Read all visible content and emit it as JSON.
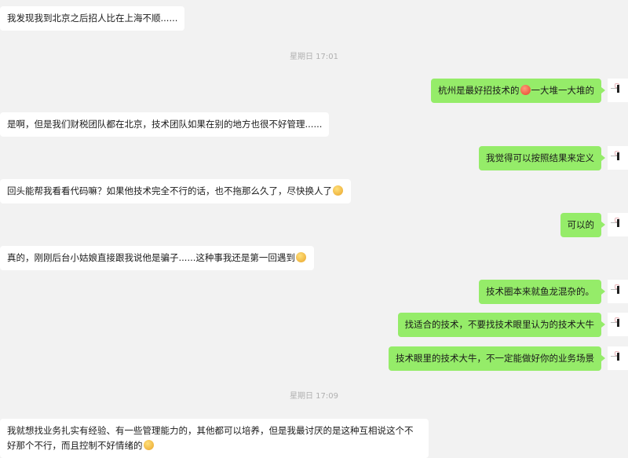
{
  "timestamps": [
    "星期日 17:01",
    "星期日 17:09"
  ],
  "messages": [
    {
      "side": "left",
      "text": "我发现我到北京之后招人比在上海不顺......"
    },
    {
      "side": "right",
      "text_before": "杭州是最好招技术的",
      "emoji": "angry-face",
      "text_after": "一大堆一大堆的"
    },
    {
      "side": "left",
      "text": "是啊，但是我们财税团队都在北京，技术团队如果在别的地方也很不好管理......"
    },
    {
      "side": "right",
      "text": "我觉得可以按照结果来定义"
    },
    {
      "side": "left",
      "text": "回头能帮我看看代码嘛？如果他技术完全不行的话，也不拖那么久了，尽快换人了",
      "emoji": "facepalm"
    },
    {
      "side": "right",
      "text": "可以的"
    },
    {
      "side": "left",
      "text": "真的，刚刚后台小姑娘直接跟我说他是骗子......这种事我还是第一回遇到",
      "emoji": "facepalm"
    },
    {
      "side": "right",
      "text": "技术圈本来就鱼龙混杂的。"
    },
    {
      "side": "right",
      "text": "找适合的技术，不要找技术眼里认为的技术大牛"
    },
    {
      "side": "right",
      "text": "技术眼里的技术大牛，不一定能做好你的业务场景"
    },
    {
      "side": "left",
      "text": "我就想找业务扎实有经验、有一些管理能力的，其他都可以培养，但是我最讨厌的是这种互相说这个不好那个不行，而且控制不好情绪的",
      "emoji": "facepalm"
    }
  ]
}
